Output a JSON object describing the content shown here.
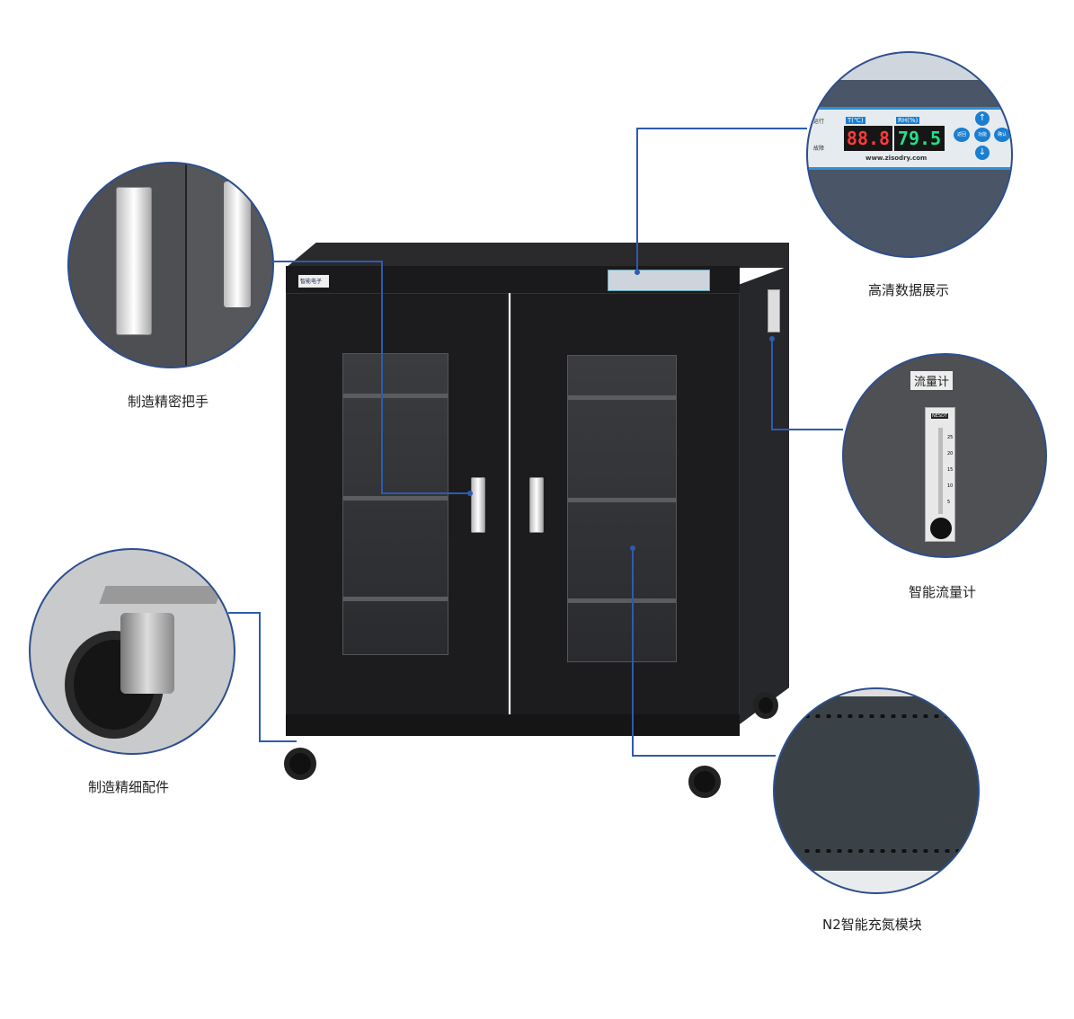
{
  "brand": {
    "logo_text": "智能电子"
  },
  "panel": {
    "temp_label": "T(℃)",
    "rh_label": "RH(%)",
    "temp_value": "88.8",
    "rh_value": "79.5",
    "status_run": "运行",
    "status_fault": "故障",
    "btn_back": "返回",
    "btn_function": "功能",
    "btn_confirm": "确认",
    "website": "www.zisodry.com"
  },
  "flowmeter": {
    "sign": "流量计",
    "brand": "NESDT",
    "scale": [
      "25",
      "20",
      "15",
      "10",
      "5"
    ]
  },
  "callouts": {
    "display": "高清数据展示",
    "handle": "制造精密把手",
    "flowmeter": "智能流量计",
    "caster": "制造精细配件",
    "nitrogen": "N2智能充氮模块"
  },
  "colors": {
    "accent": "#2d5bb0",
    "temp": "#ff3b3b",
    "rh": "#22e08a"
  }
}
